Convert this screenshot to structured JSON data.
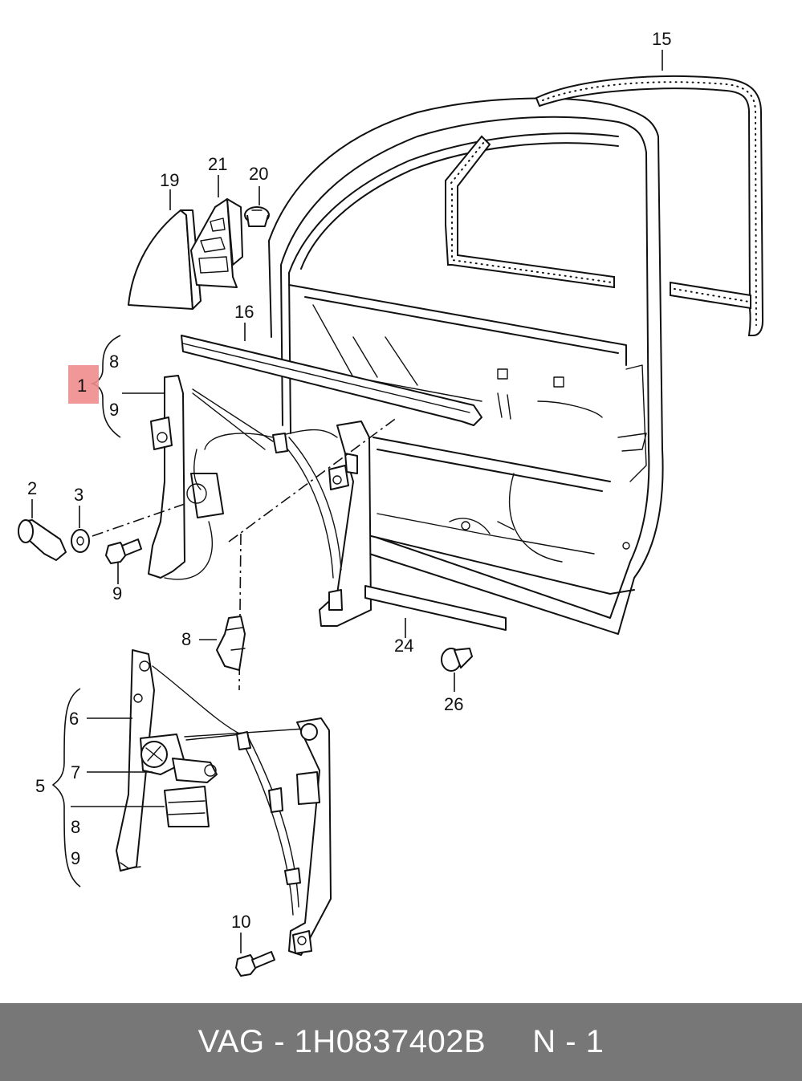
{
  "callouts": {
    "c1": "1",
    "c2": "2",
    "c3": "3",
    "c5": "5",
    "c6": "6",
    "c7": "7",
    "c8a": "8",
    "c8b": "8",
    "c8c": "8",
    "c9a": "9",
    "c9b": "9",
    "c9c": "9",
    "c10": "10",
    "c15": "15",
    "c16": "16",
    "c19": "19",
    "c20": "20",
    "c21": "21",
    "c24": "24",
    "c26": "26"
  },
  "highlight_color": "#f08c8c",
  "footer": {
    "text": "VAG - 1H0837402B     N - 1",
    "background": "#777777"
  }
}
